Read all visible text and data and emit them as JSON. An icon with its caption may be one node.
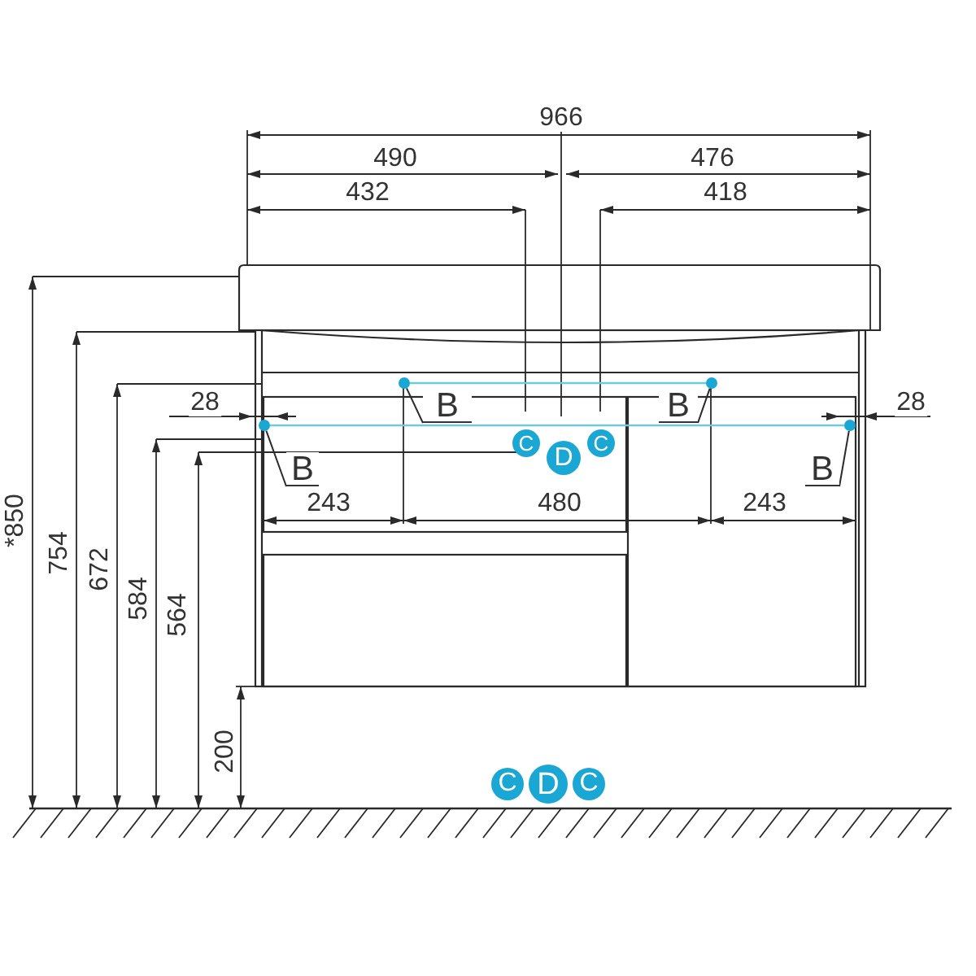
{
  "diagram": {
    "nodes": [
      {
        "text": [
          "B"
        ]
      },
      {
        "text": [],
        "shape": "circle"
      },
      {
        "text": [
          "B"
        ]
      },
      {
        "text": [],
        "shape": "circle"
      },
      {
        "text": [
          "B"
        ]
      },
      {
        "text": [],
        "shape": "circle"
      },
      {
        "text": [
          "B"
        ]
      },
      {
        "text": [],
        "shape": "circle"
      },
      {
        "text": [
          "C"
        ]
      },
      {
        "text": [
          "D"
        ]
      },
      {
        "text": [
          "C"
        ]
      },
      {
        "text": [
          "C"
        ]
      },
      {
        "text": [
          "D"
        ]
      },
      {
        "text": [
          "C"
        ]
      }
    ],
    "edges": [
      {
        "from": 0,
        "to": 1,
        "arrow": "none"
      },
      {
        "from": 2,
        "to": 3,
        "arrow": "none"
      },
      {
        "from": 4,
        "to": 5,
        "arrow": "none"
      },
      {
        "from": 6,
        "to": 7,
        "arrow": "none"
      },
      {
        "from": 1,
        "to": 5,
        "arrow": "none",
        "color": "#6fc9d8"
      },
      {
        "from": 3,
        "to": 7,
        "arrow": "none",
        "color": "#6fc9d8"
      }
    ],
    "labels": [
      "966",
      "490",
      "476",
      "432",
      "418",
      "28",
      "28",
      "243",
      "480",
      "243",
      "*850",
      "754",
      "672",
      "584",
      "564",
      "200"
    ]
  }
}
